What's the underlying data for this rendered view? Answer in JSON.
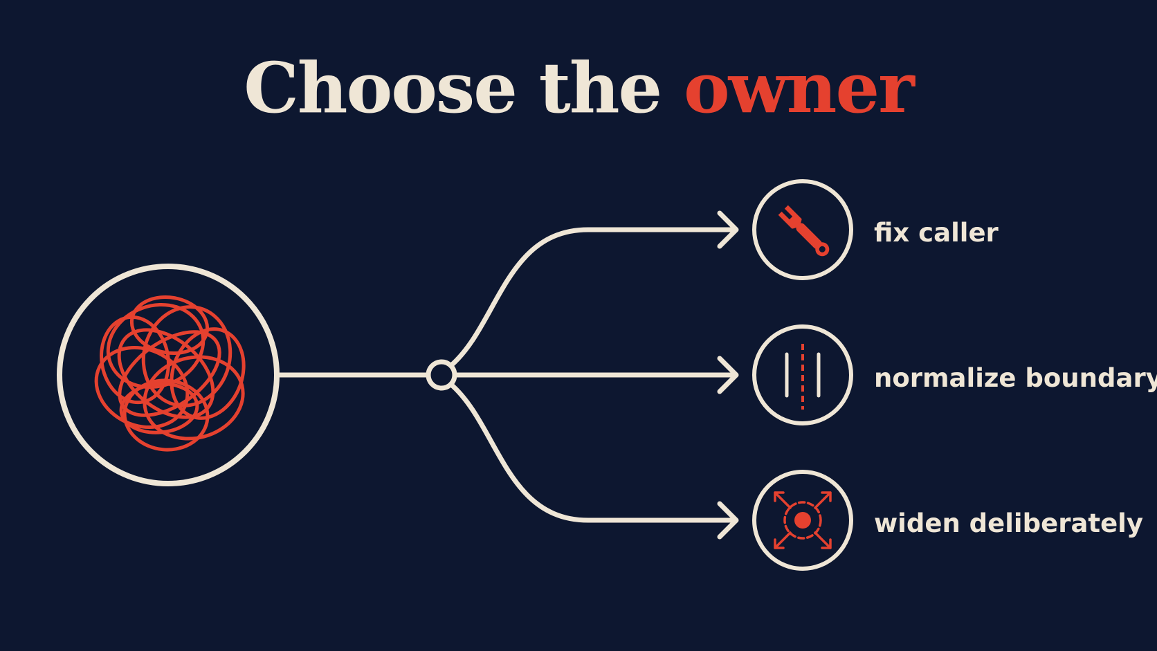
{
  "title": {
    "main": "Choose the",
    "accent": "owner"
  },
  "options": [
    {
      "label": "fix caller",
      "icon": "wrench-icon"
    },
    {
      "label": "normalize boundary",
      "icon": "boundary-lines-icon"
    },
    {
      "label": "widen deliberately",
      "icon": "expand-arrows-icon"
    }
  ],
  "source_icon": "tangled-loops-icon",
  "colors": {
    "background": "#0d1730",
    "cream": "#efe6d6",
    "accent": "#e5412f"
  }
}
